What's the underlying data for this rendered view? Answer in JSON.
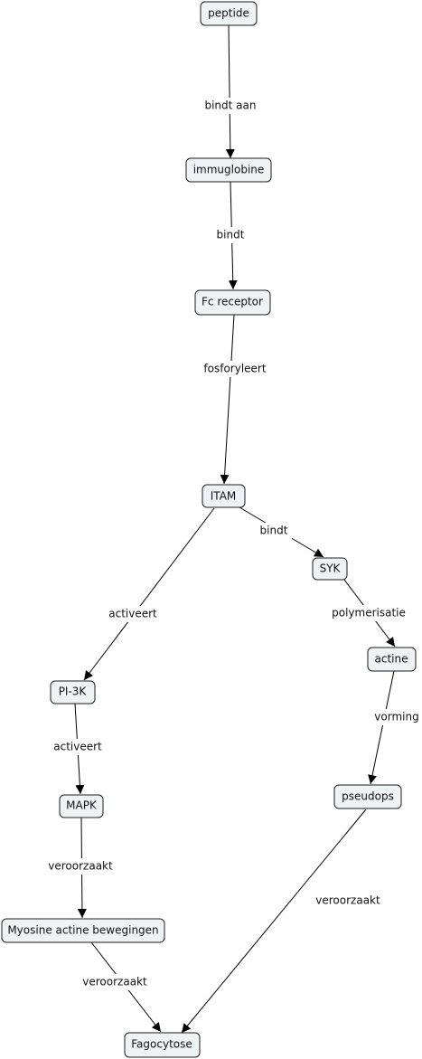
{
  "nodes": {
    "peptide": "peptide",
    "immuglobine": "immuglobine",
    "fc_receptor": "Fc receptor",
    "itam": "ITAM",
    "syk": "SYK",
    "actine": "actine",
    "pseudops": "pseudops",
    "pi3k": "PI-3K",
    "mapk": "MAPK",
    "myosine": "Myosine actine bewegingen",
    "fagocytose": "Fagocytose"
  },
  "edges": {
    "peptide_immuglobine": "bindt aan",
    "immuglobine_fc": "bindt",
    "fc_itam": "fosforyleert",
    "itam_syk": "bindt",
    "syk_actine": "polymerisatie",
    "actine_pseudops": "vorming",
    "pseudops_fagocytose": "veroorzaakt",
    "itam_pi3k": "activeert",
    "pi3k_mapk": "activeert",
    "mapk_myosine": "veroorzaakt",
    "myosine_fagocytose": "veroorzaakt"
  }
}
